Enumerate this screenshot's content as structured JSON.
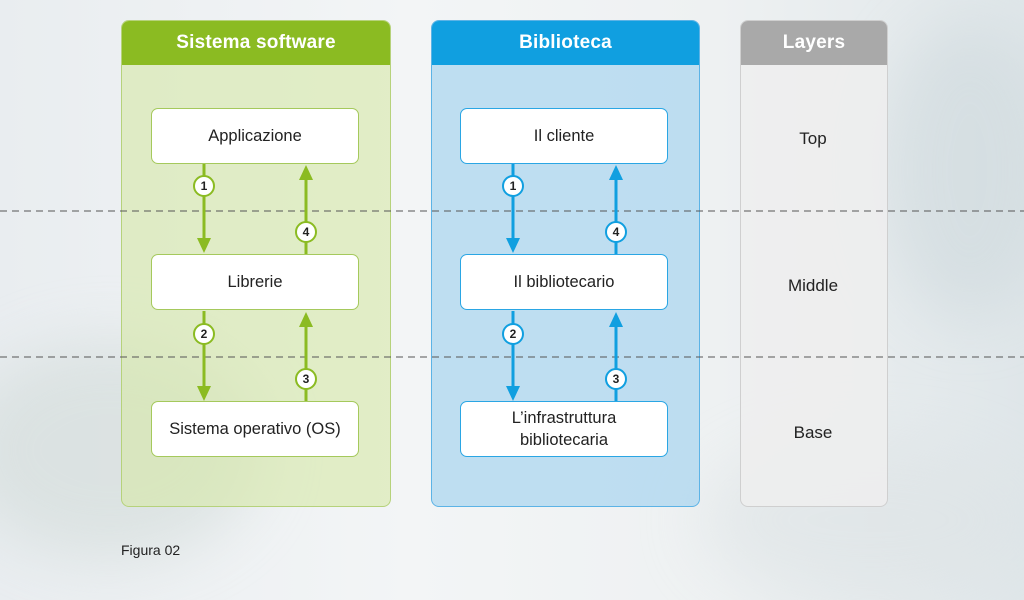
{
  "columns": {
    "software": {
      "title": "Sistema software",
      "boxes": [
        "Applicazione",
        "Librerie",
        "Sistema operativo (OS)"
      ],
      "color": "#8bbb22"
    },
    "library": {
      "title": "Biblioteca",
      "boxes": [
        "Il cliente",
        "Il bibliotecario",
        "L’infrastruttura\nbibliotecaria"
      ],
      "color": "#109fe0"
    },
    "layers": {
      "title": "Layers",
      "labels": [
        "Top",
        "Middle",
        "Base"
      ],
      "color": "#a9a9a9"
    }
  },
  "steps": [
    "1",
    "2",
    "3",
    "4"
  ],
  "caption": "Figura 02"
}
